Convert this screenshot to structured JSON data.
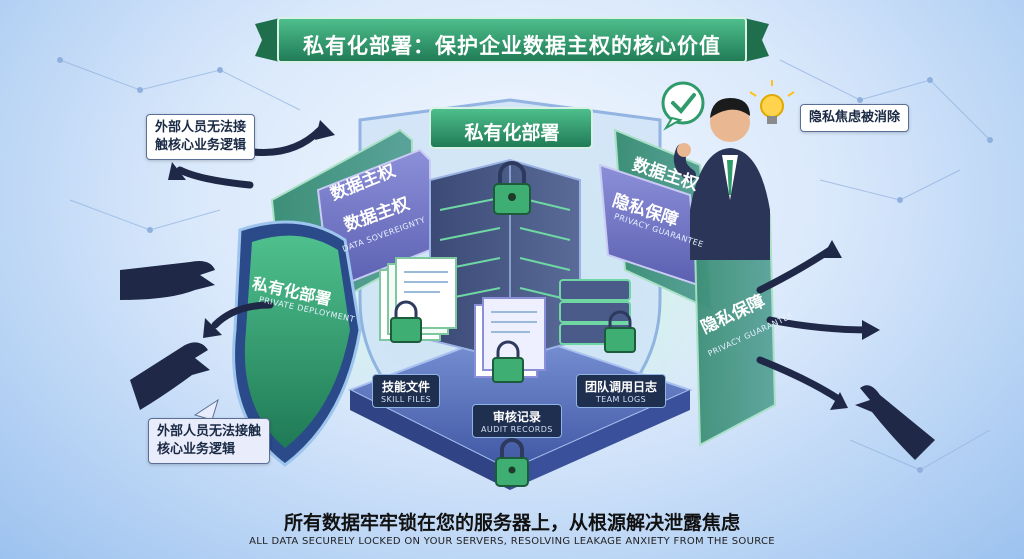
{
  "banner": {
    "title": "私有化部署：保护企业数据主权的核心价值"
  },
  "server_badge": {
    "label": "私有化部署"
  },
  "callouts": {
    "top_left": [
      "外部人员无法接",
      "触核心业务逻辑"
    ],
    "bottom_left": [
      "外部人员无法接触",
      "核心业务逻辑"
    ],
    "top_right": "隐私焦虑被消除"
  },
  "panels": {
    "left_outer": {
      "title": "数据主权"
    },
    "left_inner": {
      "title": "数据主权",
      "subtitle": "DATA SOVEREIGNTY"
    },
    "right_outer": {
      "title": "数据主权"
    },
    "right_inner": {
      "title": "隐私保障",
      "subtitle": "PRIVACY GUARANTEE"
    },
    "right_front": {
      "title": "隐私保障",
      "subtitle": "PRIVACY GUARANTEE"
    },
    "shield": {
      "title": "私有化部署",
      "subtitle": "PRIVATE DEPLOYMENT"
    }
  },
  "data_stacks": [
    {
      "title": "技能文件",
      "subtitle": "SKILL FILES"
    },
    {
      "title": "审核记录",
      "subtitle": "AUDIT RECORDS"
    },
    {
      "title": "团队调用日志",
      "subtitle": "TEAM LOGS"
    }
  ],
  "footer": {
    "headline": "所有数据牢牢锁在您的服务器上，从根源解决泄露焦虑",
    "subline": "ALL DATA SECURELY LOCKED ON YOUR SERVERS, RESOLVING LEAKAGE ANXIETY FROM THE SOURCE"
  },
  "colors": {
    "brand_green": "#2f9a6a",
    "navy": "#1f2f4f",
    "accent_blue": "#4a7fd0"
  },
  "icons": [
    "padlock-icon",
    "checkmark-icon",
    "lightbulb-icon",
    "shield-icon",
    "server-icon",
    "document-icon",
    "hand-icon",
    "arrow-icon"
  ]
}
